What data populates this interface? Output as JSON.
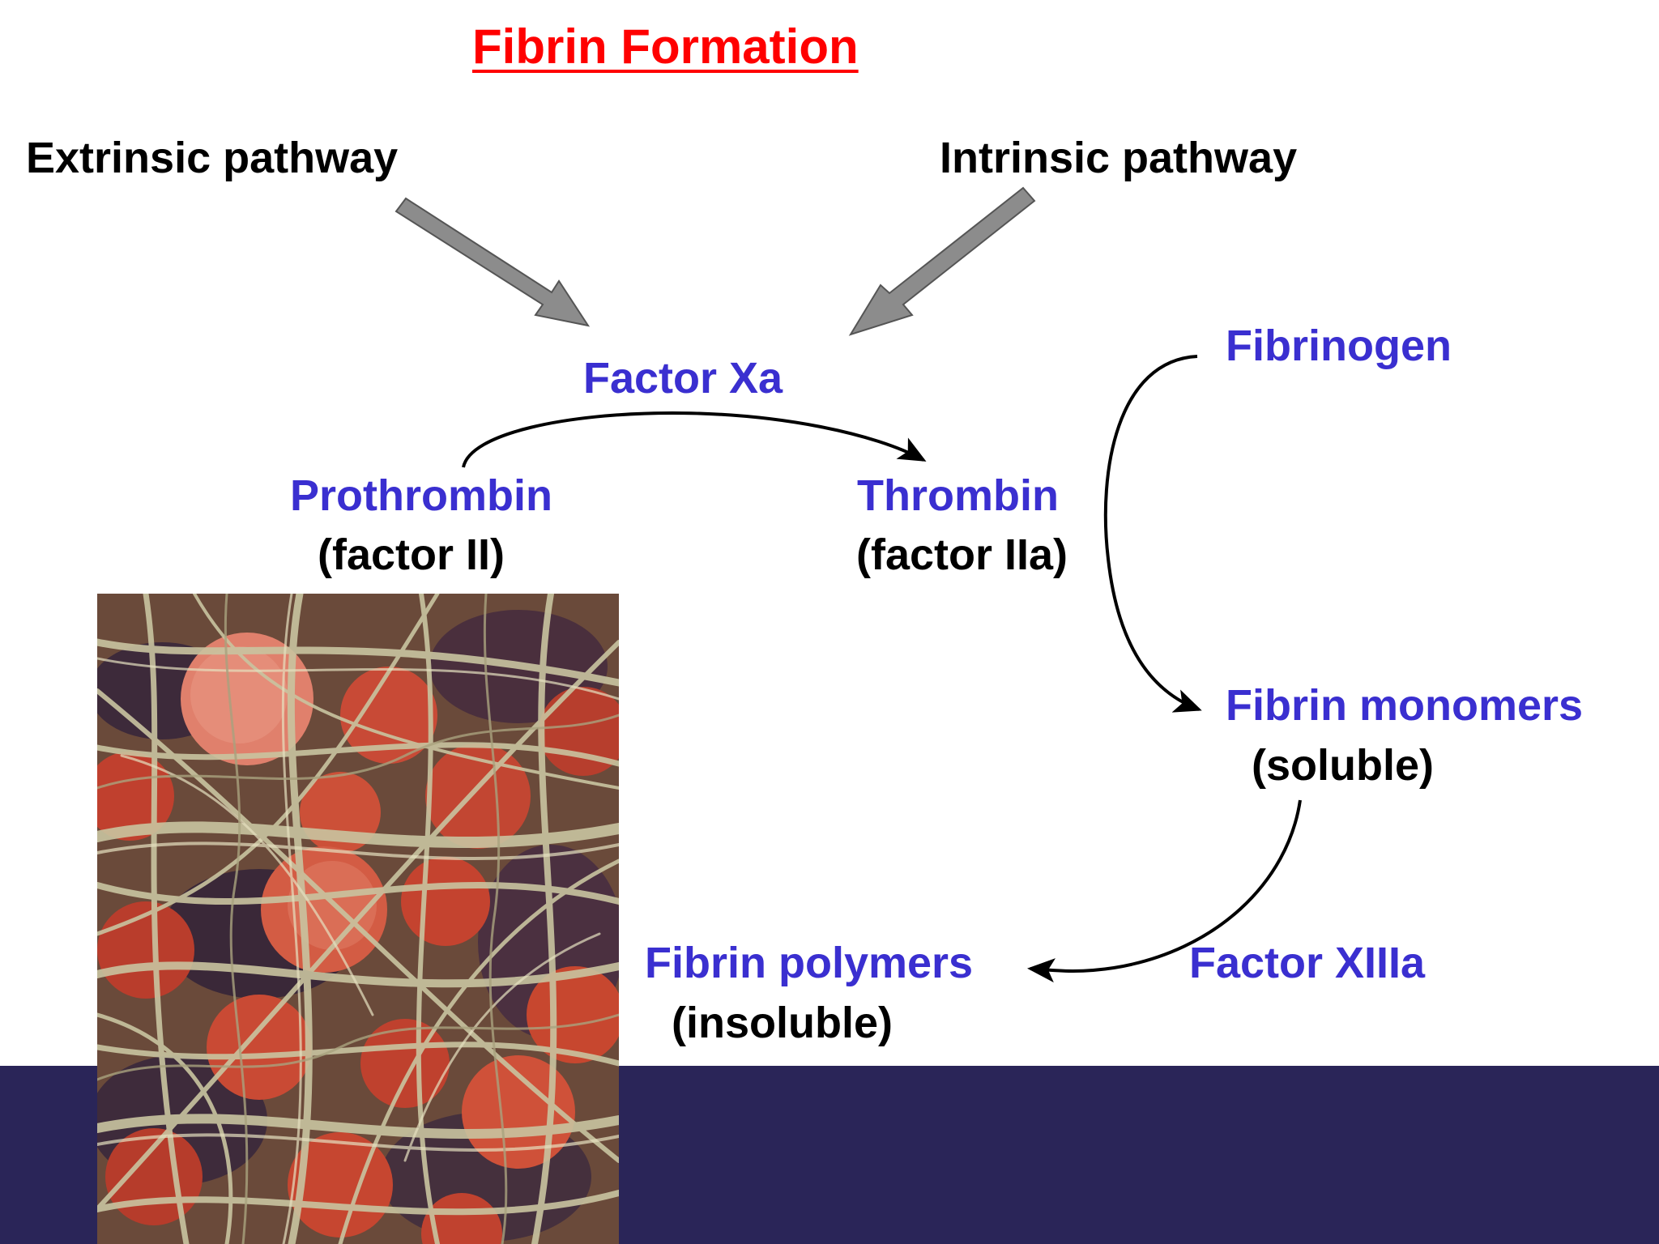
{
  "title": "Fibrin Formation",
  "pathways": {
    "extrinsic": "Extrinsic pathway",
    "intrinsic": "Intrinsic pathway"
  },
  "nodes": {
    "factor_xa": "Factor Xa",
    "prothrombin": "Prothrombin",
    "prothrombin_sub": "(factor II)",
    "thrombin": "Thrombin",
    "thrombin_sub": "(factor IIa)",
    "fibrinogen": "Fibrinogen",
    "fibrin_monomers": "Fibrin monomers",
    "fibrin_monomers_sub": "(soluble)",
    "fibrin_polymers": "Fibrin polymers",
    "fibrin_polymers_sub": "(insoluble)",
    "factor_xiiia": "Factor XIIIa"
  },
  "colors": {
    "title": "#ff0000",
    "node_blue": "#3a2fd0",
    "label_black": "#000000",
    "band": "#2a2558",
    "arrow_gray": "#808080"
  }
}
